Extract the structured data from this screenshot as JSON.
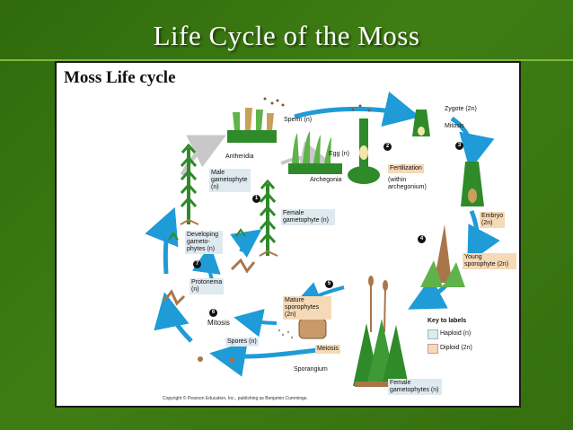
{
  "slide_title": "Life Cycle of the Moss",
  "diagram_title": "Moss Life cycle",
  "labels": {
    "antheridia": "Antheridia",
    "sperm": "Sperm (n)",
    "egg": "Egg (n)",
    "archegonia": "Archegonia",
    "male_gametophyte": "Male gametophyte (n)",
    "female_gametophyte": "Female gametophyte (n)",
    "developing_gametophytes": "Developing gameto-phytes (n)",
    "protonema": "Protonema (n)",
    "mitosis_left": "Mitosis",
    "spores": "Spores (n)",
    "meiosis": "Meiosis",
    "sporangium": "Sporangium",
    "mature_sporophytes": "Mature sporophytes (2n)",
    "zygote": "Zygote (2n)",
    "mitosis_right": "Mitosis",
    "fertilization": "Fertilization",
    "within_archegonium": "(within archegonium)",
    "embryo": "Embryo (2n)",
    "young_sporophyte": "Young sporophyte (2n)",
    "female_gametophytes": "Female gametophytes (n)"
  },
  "step_numbers": [
    "1",
    "2",
    "3",
    "4",
    "5",
    "6",
    "7"
  ],
  "key": {
    "title": "Key to labels",
    "haploid": "Haploid (n)",
    "diploid": "Diploid (2n)",
    "haploid_color": "#dfe9f0",
    "diploid_color": "#f6d9b6"
  },
  "copyright": "Copyright © Pearson Education, Inc., publishing as Benjamin Cummings.",
  "colors": {
    "arrow_blue": "#1f9bd7",
    "arrow_gray": "#c8c8c8",
    "moss_green": "#2f8a2a",
    "moss_light": "#5fb34a",
    "soil_brown": "#a9764a"
  }
}
